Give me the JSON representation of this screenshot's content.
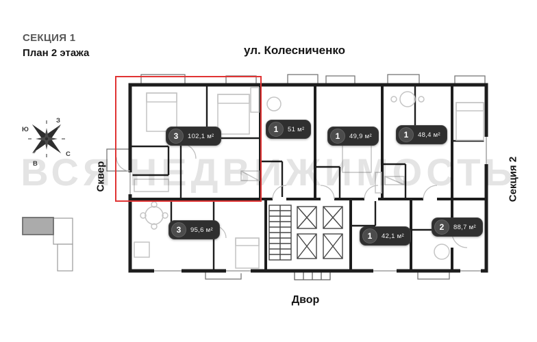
{
  "title": {
    "section": "СЕКЦИЯ 1",
    "plan": "План 2 этажа"
  },
  "surroundings": {
    "street": "ул. Колесниченко",
    "courtyard": "Двор",
    "park": "Сквер",
    "next_section": "Секция 2"
  },
  "compass": {
    "north": "С",
    "south": "Ю",
    "west": "З",
    "east": "В"
  },
  "watermark": "ВСЯ НЕДВИЖИМОСТЬ",
  "apartments": [
    {
      "rooms": "3",
      "area": "102,1 м²",
      "highlighted": true
    },
    {
      "rooms": "1",
      "area": "51 м²",
      "highlighted": false
    },
    {
      "rooms": "1",
      "area": "49,9 м²",
      "highlighted": false
    },
    {
      "rooms": "1",
      "area": "48,4 м²",
      "highlighted": false
    },
    {
      "rooms": "3",
      "area": "95,6 м²",
      "highlighted": false
    },
    {
      "rooms": "1",
      "area": "42,1 м²",
      "highlighted": false
    },
    {
      "rooms": "2",
      "area": "88,7 м²",
      "highlighted": false
    }
  ],
  "colors": {
    "badge_bg": "#2f2f2f",
    "badge_circle": "#4c4c4c",
    "badge_text": "#ffffff",
    "highlight_red": "#e03333",
    "wall_black": "#1d1d1d",
    "watermark_gray": "#e4e4e4",
    "keyplan_fill": "#ababab",
    "section_title_gray": "#575757"
  }
}
